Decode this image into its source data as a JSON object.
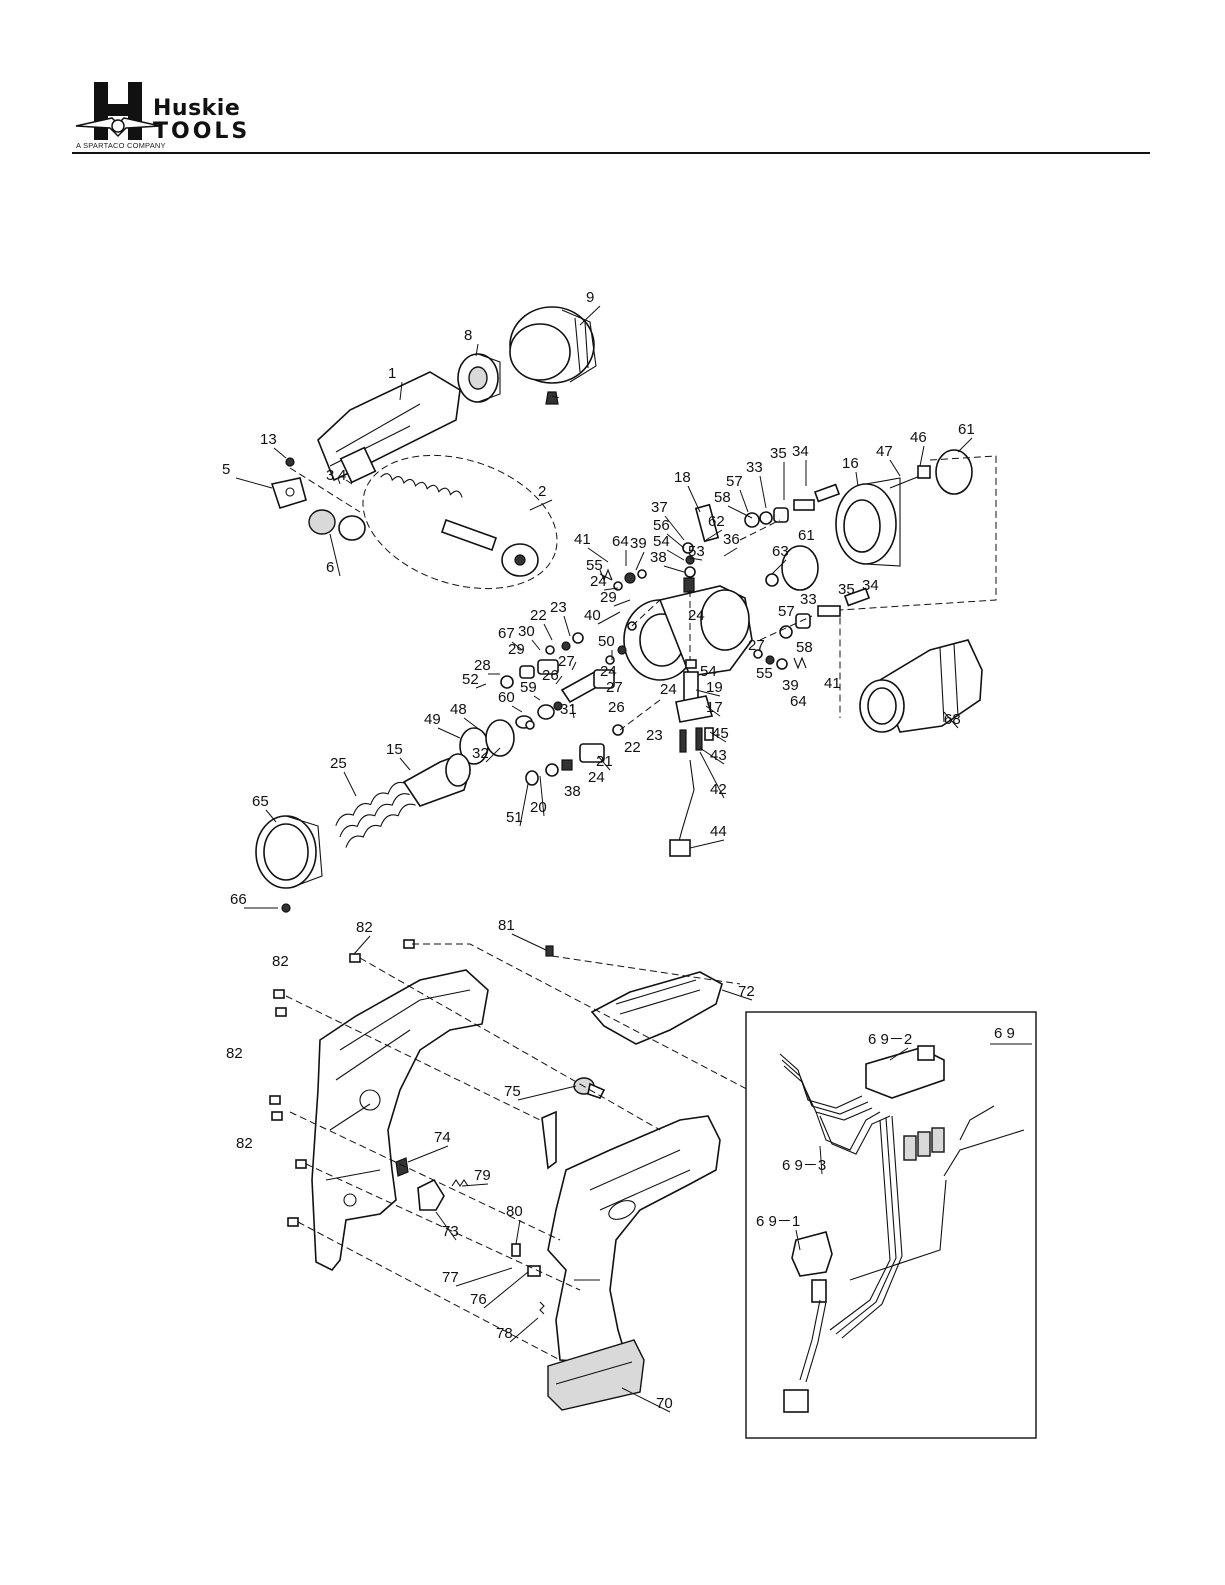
{
  "header": {
    "brand_line1": "Huskie",
    "brand_line2": "TOOLS",
    "tagline": "A SPARTACO COMPANY"
  },
  "inset": {
    "title": "6 9",
    "labels": [
      "6 9－2",
      "6 9－3",
      "6 9－1"
    ]
  },
  "callouts": [
    "9",
    "8",
    "1",
    "2",
    "13",
    "5",
    "3",
    "4",
    "6",
    "18",
    "37",
    "56",
    "54",
    "53",
    "62",
    "36",
    "38",
    "57",
    "58",
    "33",
    "35",
    "34",
    "16",
    "47",
    "46",
    "61",
    "41",
    "64",
    "39",
    "55",
    "24",
    "29",
    "40",
    "63",
    "22",
    "23",
    "67",
    "30",
    "28",
    "52",
    "27",
    "26",
    "50",
    "59",
    "60",
    "31",
    "49",
    "48",
    "15",
    "32",
    "25",
    "65",
    "66",
    "21",
    "51",
    "20",
    "19",
    "17",
    "45",
    "43",
    "42",
    "44",
    "68",
    "81",
    "72",
    "82",
    "75",
    "74",
    "79",
    "73",
    "80",
    "77",
    "76",
    "78",
    "70"
  ]
}
